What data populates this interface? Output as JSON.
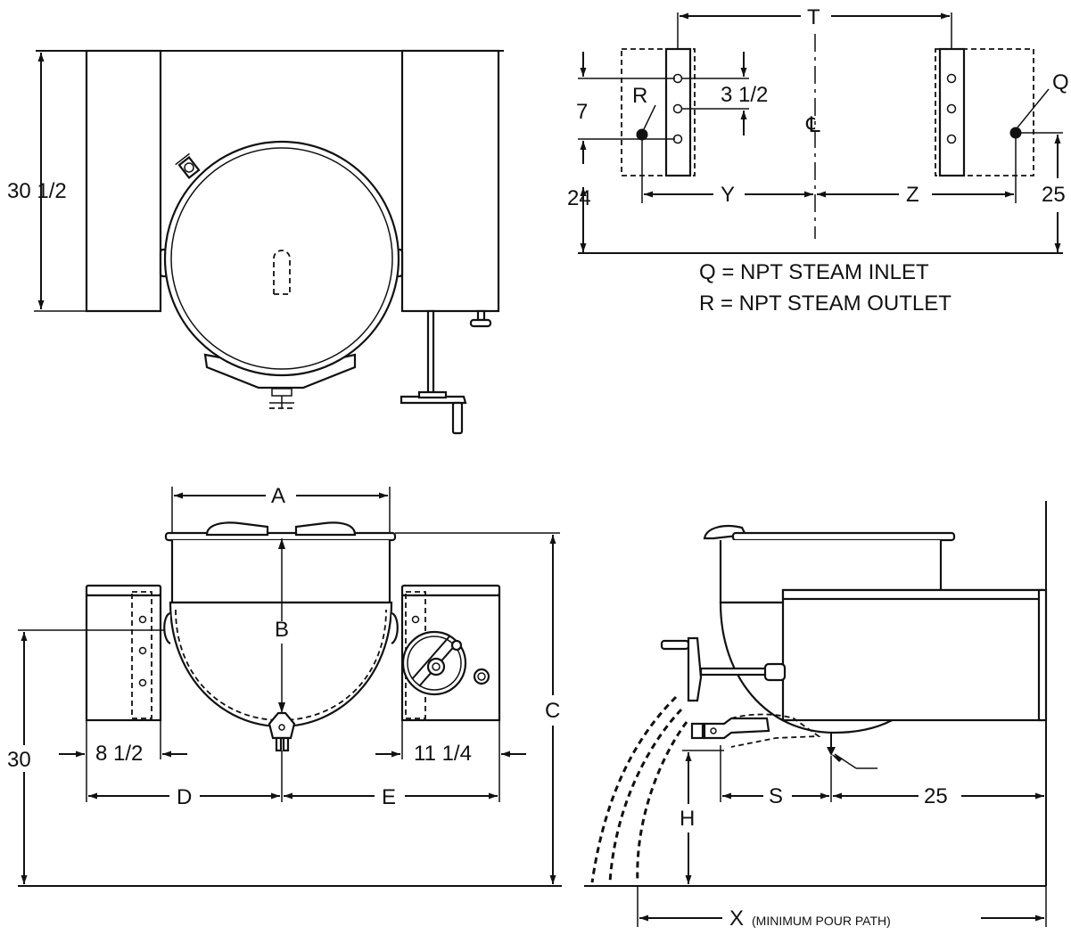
{
  "labels": {
    "top_left_height": "30 1/2",
    "T": "T",
    "Q": "Q",
    "R": "R",
    "seven": "7",
    "three_half": "3 1/2",
    "twenty_four": "24",
    "Y": "Y",
    "Z": "Z",
    "twenty_five_top": "25",
    "centerline": "℄",
    "A": "A",
    "B": "B",
    "C": "C",
    "thirty": "30",
    "eight_half": "8 1/2",
    "eleven_quarter": "11 1/4",
    "D": "D",
    "E": "E",
    "S": "S",
    "twenty_five_side": "25",
    "H": "H",
    "X": "X",
    "X_note": "(MINIMUM POUR PATH)"
  },
  "legend": {
    "q_line": "Q = NPT STEAM INLET",
    "r_line": "R = NPT STEAM OUTLET"
  },
  "colors": {
    "ink": "#111111",
    "paper": "#ffffff"
  },
  "icons": [
    "centerline-symbol-icon",
    "steam-dot-icon"
  ]
}
